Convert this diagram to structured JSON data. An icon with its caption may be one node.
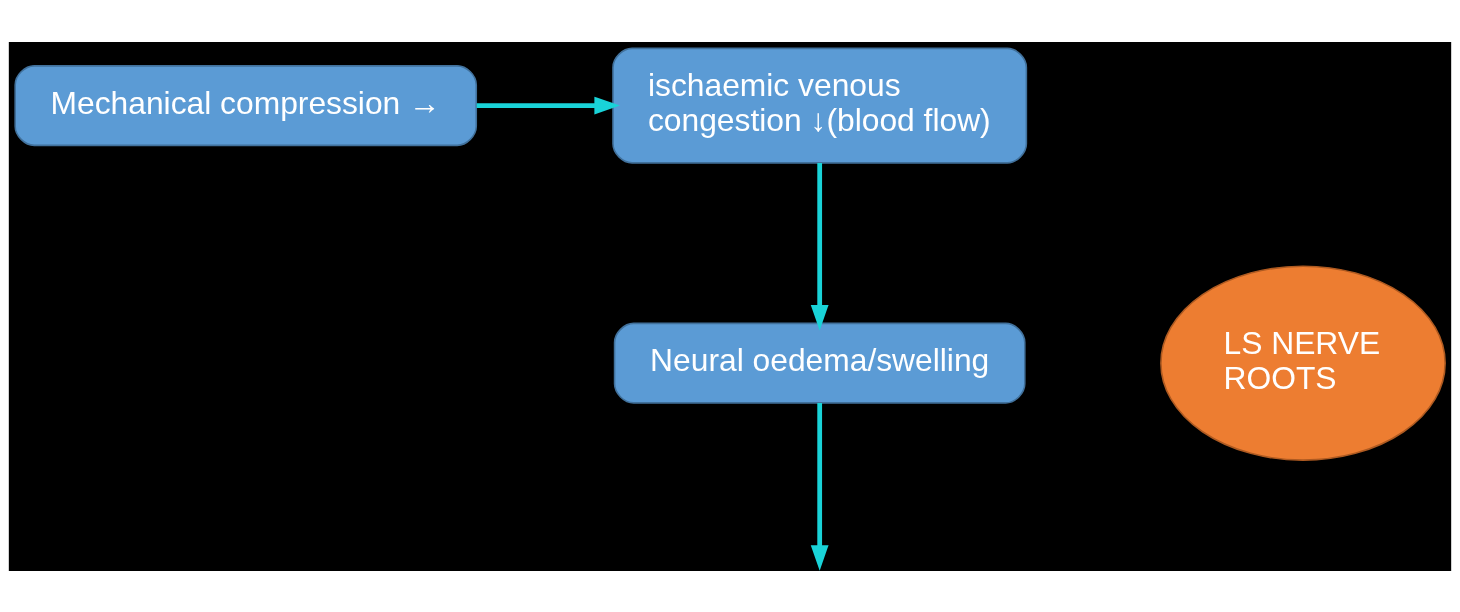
{
  "diagram": {
    "nodes": [
      {
        "text": [
          "Mechanical compression →"
        ]
      },
      {
        "text": [
          "ischaemic venous congestion ↓(blood flow)"
        ]
      },
      {
        "text": [
          "LS NERVE ROOTS"
        ]
      },
      {
        "text": [
          "Neural oedema/swelling"
        ]
      }
    ],
    "edges": [
      {
        "from": 0,
        "to": 1,
        "arrow": "to"
      },
      {
        "from": 1,
        "to": 3,
        "arrow": "to"
      },
      {
        "from": 3,
        "to": null,
        "arrow": "to"
      }
    ]
  }
}
